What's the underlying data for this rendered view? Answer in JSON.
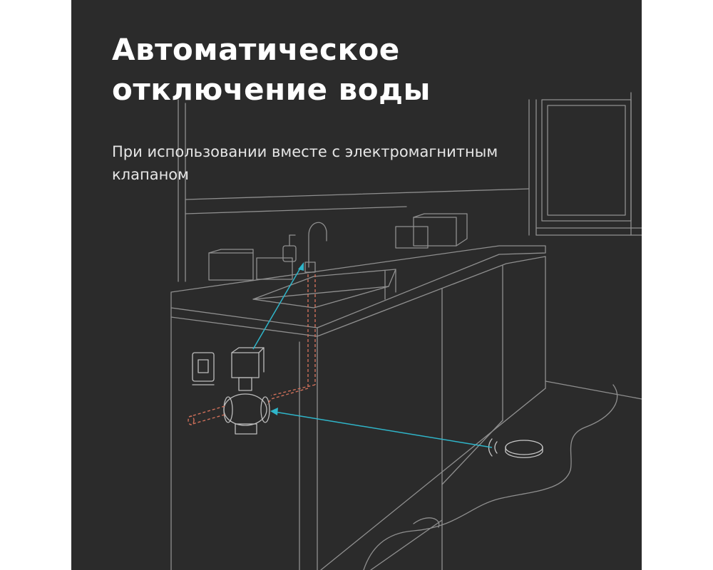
{
  "title": {
    "line1": "Автоматическое",
    "line2": "отключение воды"
  },
  "subtitle": {
    "line1": "При использовании вместе с электромагнитным",
    "line2": "клапаном"
  },
  "colors": {
    "background": "#2b2b2b",
    "line_art": "#8f8f8f",
    "pipe": "#d0705a",
    "arrow": "#2fb5c9",
    "title_text": "#ffffff"
  },
  "illustration": {
    "scene": "bathroom-sink-cabinet",
    "objects": [
      "faucet-icon",
      "soap-dispenser-icon",
      "solenoid-valve-icon",
      "valve-controller-icon",
      "water-leak-sensor-icon",
      "water-puddle"
    ]
  }
}
